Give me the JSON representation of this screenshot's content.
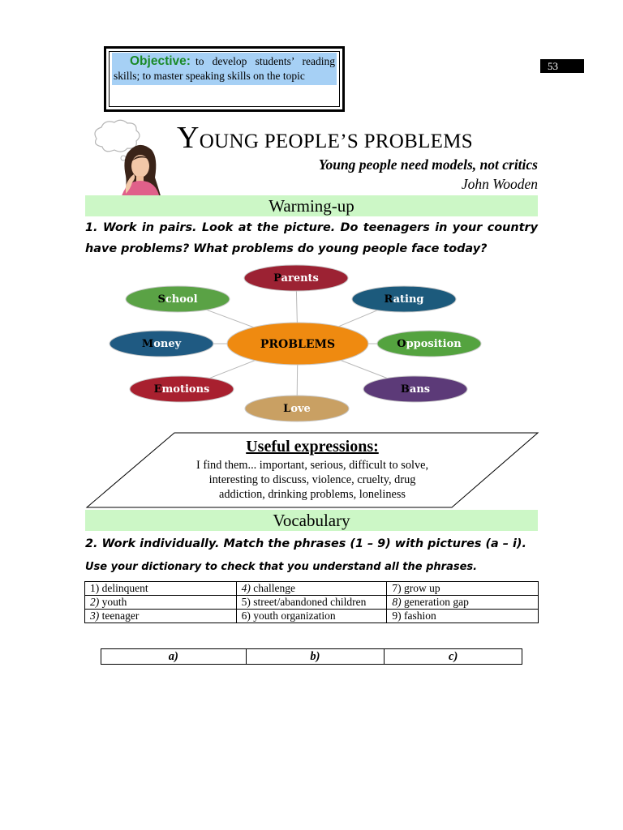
{
  "objective": {
    "label": "Objective:",
    "text": "to develop students’ reading skills; to master speaking skills on the topic"
  },
  "page_number": "53",
  "title": {
    "first_letter": "Y",
    "rest": "OUNG PEOPLE’S PROBLEMS"
  },
  "quote": "Young people need models, not critics",
  "author": "John Wooden",
  "sections": {
    "warming_up": "Warming-up",
    "vocabulary": "Vocabulary"
  },
  "task1": "1. Work in pairs. Look at the picture. Do teenagers in your country have problems? What problems do young people face today?",
  "diagram": {
    "center": "PROBLEMS",
    "nodes": [
      {
        "initial": "P",
        "rest": "arents",
        "color": "#9c2233"
      },
      {
        "initial": "R",
        "rest": "ating",
        "color": "#1c5a7c"
      },
      {
        "initial": "O",
        "rest": "pposition",
        "color": "#54a33f"
      },
      {
        "initial": "B",
        "rest": "ans",
        "color": "#5c3a78"
      },
      {
        "initial": "L",
        "rest": "ove",
        "color": "#c9a063"
      },
      {
        "initial": "E",
        "rest": "motions",
        "color": "#a8202f"
      },
      {
        "initial": "M",
        "rest": "oney",
        "color": "#1f5a82"
      },
      {
        "initial": "S",
        "rest": "chool",
        "color": "#5aa245"
      }
    ],
    "center_color": "#ef8a10"
  },
  "useful": {
    "title": "Useful expressions:",
    "lines": [
      "I find them...  important, serious, difficult to solve,",
      "interesting to discuss, violence, cruelty, drug",
      "addiction, drinking problems, loneliness"
    ]
  },
  "task2": "2. Work individually. Match the phrases (1 – 9) with pictures (a – i).",
  "task2b": "Use your dictionary to check that you understand all the phrases.",
  "vocab_table": [
    [
      {
        "num": "1)",
        "num_italic": false,
        "text": "delinquent"
      },
      {
        "num": "4)",
        "num_italic": true,
        "text": "challenge"
      },
      {
        "num": "7)",
        "num_italic": false,
        "text": "grow up"
      }
    ],
    [
      {
        "num": "2)",
        "num_italic": true,
        "text": "youth"
      },
      {
        "num": "5)",
        "num_italic": false,
        "text": "street/abandoned children"
      },
      {
        "num": "8)",
        "num_italic": true,
        "text": "generation gap"
      }
    ],
    [
      {
        "num": "3)",
        "num_italic": true,
        "text": "teenager"
      },
      {
        "num": "6)",
        "num_italic": false,
        "text": "youth organization"
      },
      {
        "num": "9)",
        "num_italic": false,
        "text": "fashion"
      }
    ]
  ],
  "answer_table": [
    "a)",
    "b)",
    "c)"
  ]
}
